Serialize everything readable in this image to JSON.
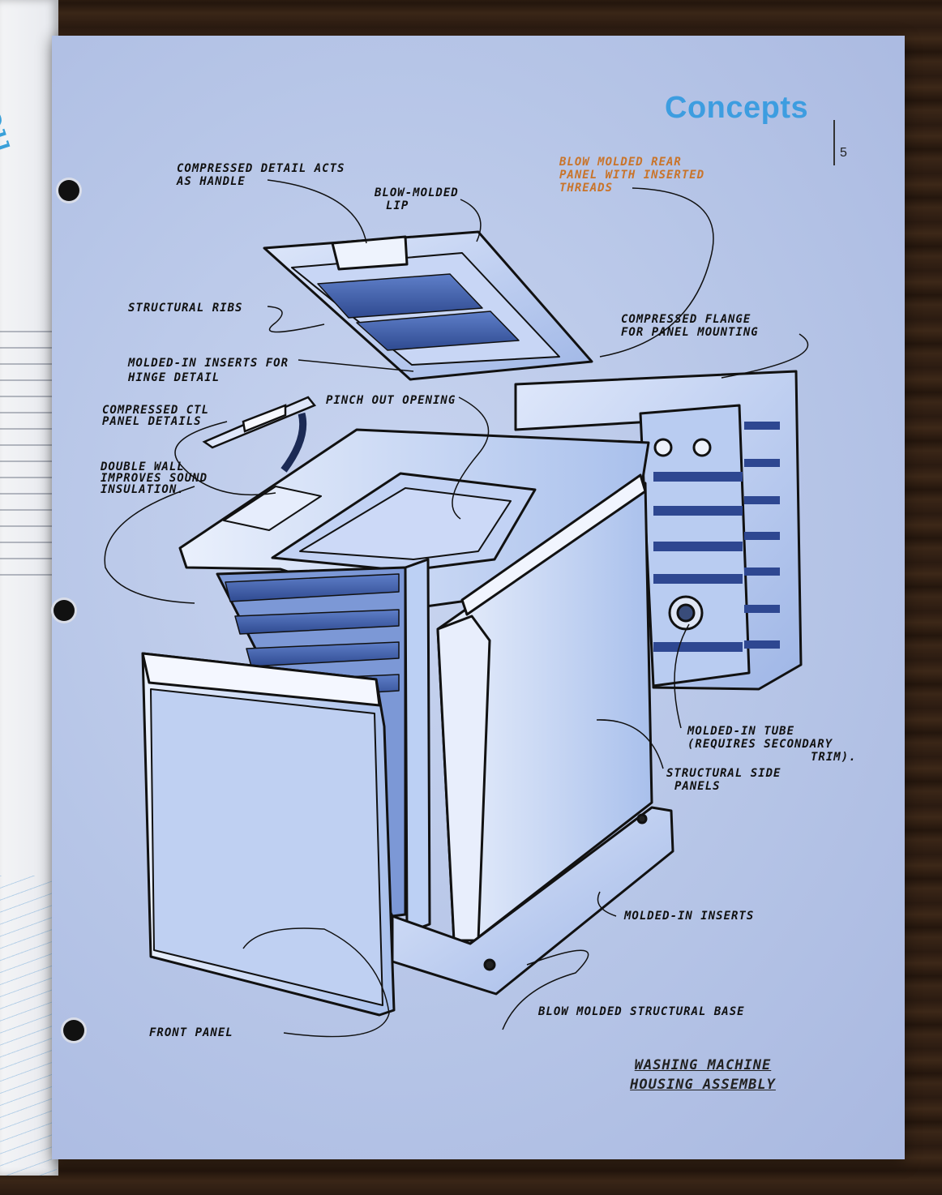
{
  "left_page": {
    "title": "y you"
  },
  "header": {
    "title": "Concepts",
    "page_number": "5"
  },
  "labels": {
    "handle": [
      "COMPRESSED DETAIL ACTS",
      "AS HANDLE"
    ],
    "lip": [
      "BLOW-MOLDED",
      "LIP"
    ],
    "rear_panel": [
      "BLOW MOLDED REAR",
      "PANEL WITH INSERTED",
      "THREADS"
    ],
    "ribs": "STRUCTURAL RIBS",
    "flange": [
      "COMPRESSED FLANGE",
      "FOR PANEL MOUNTING"
    ],
    "inserts_hinge": [
      "MOLDED-IN INSERTS FOR",
      "HINGE DETAIL"
    ],
    "pinch_out": "PINCH OUT OPENING",
    "ctl_panel": [
      "COMPRESSED CTL",
      "PANEL DETAILS"
    ],
    "double_wall": [
      "DOUBLE WALL",
      "IMPROVES SOUND",
      "INSULATION."
    ],
    "tube": [
      "MOLDED-IN TUBE",
      "(REQUIRES SECONDARY",
      "TRIM)."
    ],
    "side_panels": [
      "STRUCTURAL SIDE",
      "PANELS"
    ],
    "inserts": "MOLDED-IN INSERTS",
    "base": "BLOW MOLDED STRUCTURAL BASE",
    "front_panel": "FRONT PANEL"
  },
  "caption": [
    "WASHING MACHINE",
    "HOUSING ASSEMBLY"
  ],
  "colors": {
    "paper": "#b9c7e8",
    "accent": "#3d9de0",
    "ink": "#111111",
    "orange_ink": "#c9742a"
  }
}
